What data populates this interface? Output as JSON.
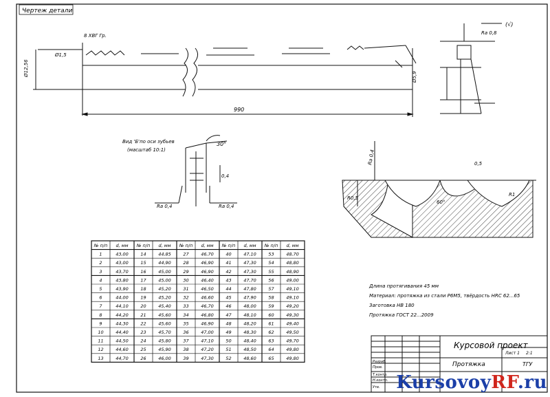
{
  "header_stamp": "Чертеж детали",
  "top_view": {
    "length_label": "990",
    "left_dim": "Ø12,56",
    "ref_dim": "Ø1,5",
    "note_top": "8 ХВГ Гр.",
    "right_dim": "Ø5,9"
  },
  "right_section": {
    "roughness_top": "Ra 0,8",
    "roughness_label": "(√)"
  },
  "detail_a": {
    "note_line1": "Вид 'Б'по оси зубьев",
    "note_line2": "(масштаб 10:1)",
    "angle": "30°",
    "dim_right": "0,4",
    "roughness_left": "Ra 0,4",
    "roughness_right": "Ra 0,4"
  },
  "detail_b": {
    "roughness": "Ra 0,4",
    "dim_left": "R0,5",
    "dim_right": "0,5",
    "angle_note": "60°",
    "radius": "R1"
  },
  "table": {
    "headers": [
      "№ п/п",
      "d, мм",
      "№ п/п",
      "d, мм",
      "№ п/п",
      "d, мм",
      "№ п/п",
      "d, мм",
      "№ п/п",
      "d, мм"
    ],
    "rows": [
      [
        "1",
        "43,00",
        "14",
        "44,85",
        "27",
        "46,70",
        "40",
        "47,10",
        "53",
        "48,70"
      ],
      [
        "2",
        "43,00",
        "15",
        "44,90",
        "28",
        "46,90",
        "41",
        "47,30",
        "54",
        "48,80"
      ],
      [
        "3",
        "43,70",
        "16",
        "45,00",
        "29",
        "46,90",
        "42",
        "47,30",
        "55",
        "48,90"
      ],
      [
        "4",
        "43,80",
        "17",
        "45,00",
        "30",
        "46,40",
        "43",
        "47,70",
        "56",
        "49,00"
      ],
      [
        "5",
        "43,90",
        "18",
        "45,20",
        "31",
        "46,50",
        "44",
        "47,80",
        "57",
        "49,10"
      ],
      [
        "6",
        "44,00",
        "19",
        "45,20",
        "32",
        "46,60",
        "45",
        "47,90",
        "58",
        "49,10"
      ],
      [
        "7",
        "44,10",
        "20",
        "45,40",
        "33",
        "46,70",
        "46",
        "48,00",
        "59",
        "49,20"
      ],
      [
        "8",
        "44,20",
        "21",
        "45,60",
        "34",
        "46,80",
        "47",
        "48,10",
        "60",
        "49,30"
      ],
      [
        "9",
        "44,30",
        "22",
        "45,60",
        "35",
        "46,90",
        "48",
        "48,20",
        "61",
        "49,40"
      ],
      [
        "10",
        "44,40",
        "23",
        "45,70",
        "36",
        "47,00",
        "49",
        "48,30",
        "62",
        "49,50"
      ],
      [
        "11",
        "44,50",
        "24",
        "45,80",
        "37",
        "47,10",
        "50",
        "48,40",
        "63",
        "49,70"
      ],
      [
        "12",
        "44,60",
        "25",
        "45,90",
        "38",
        "47,20",
        "51",
        "48,50",
        "64",
        "49,80"
      ],
      [
        "13",
        "44,70",
        "26",
        "46,00",
        "39",
        "47,30",
        "52",
        "48,60",
        "65",
        "49,80"
      ]
    ]
  },
  "notes": [
    "Длина протягивания 45 мм",
    "Материал: протяжка из стали Р6М5, твёрдость HRC 62...65",
    "Заготовка НВ 180",
    "Протяжка ГОСТ 22...2009"
  ],
  "title_block": {
    "title": "Курсовой проект",
    "subtitle": "Протяжка",
    "org": "ТГУ",
    "sheet": "Лист 1",
    "scale": "2:1",
    "rows": [
      "Разраб.",
      "Пров.",
      "Т.контр.",
      "Н.контр.",
      "Утв."
    ]
  },
  "watermark": {
    "part1": "Kursovoy",
    "part2": "RF",
    "part3": ".ru"
  },
  "colors": {
    "line": "#111111",
    "brand_blue": "#1b3fa8",
    "brand_red": "#d0261d"
  }
}
